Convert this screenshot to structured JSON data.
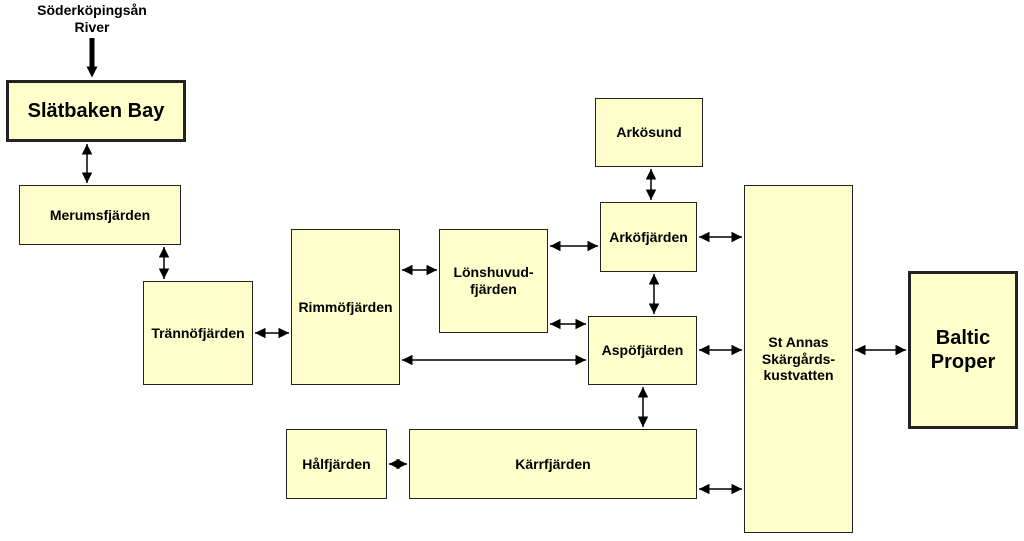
{
  "source": {
    "label": "Söderköpingsån\nRiver"
  },
  "nodes": {
    "slatbaken": "Slätbaken Bay",
    "merumsfjarden": "Merumsfjärden",
    "trannofjarden": "Trännöfjärden",
    "rimmofjarden": "Rimmöfjärden",
    "lonshuvud": "Lönshuvud-\nfjärden",
    "arkosund": "Arkösund",
    "arkofjarden": "Arköfjärden",
    "aspofjarden": "Aspöfjärden",
    "halfjarden": "Hålfjärden",
    "karrfjarden": "Kärrfjärden",
    "stannas": "St Annas\nSkärgårds-\nkustvatten",
    "baltic": "Baltic\nProper"
  },
  "colors": {
    "box_fill": "#ffffcc",
    "border": "#222222",
    "arrow": "#000000"
  }
}
